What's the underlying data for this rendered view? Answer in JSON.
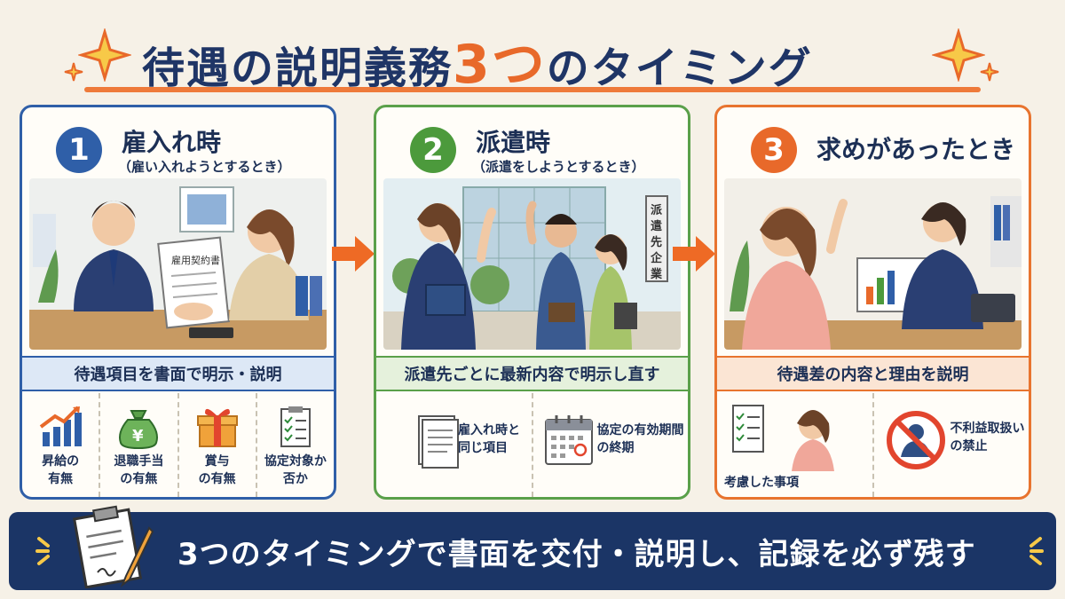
{
  "title": {
    "main": "待遇の説明義務",
    "highlight": "3つ",
    "tail": "のタイミング"
  },
  "colors": {
    "navy": "#1f3566",
    "blue": "#2f5fa8",
    "green": "#4c9a3c",
    "orange": "#e8692a",
    "background": "#f6f1e7"
  },
  "panels": [
    {
      "number": "1",
      "title": "雇入れ時",
      "subtitle": "（雇い入れようとするとき）",
      "scene_text": "雇用契約書",
      "banner": "待遇項目を書面で明示・説明",
      "items": [
        {
          "label_line1": "昇給の",
          "label_line2": "有無",
          "icon": "chart-up-icon"
        },
        {
          "label_line1": "退職手当",
          "label_line2": "の有無",
          "icon": "money-bag-icon"
        },
        {
          "label_line1": "賞与",
          "label_line2": "の有無",
          "icon": "gift-icon"
        },
        {
          "label_line1": "協定対象か",
          "label_line2": "否か",
          "icon": "checklist-icon"
        }
      ]
    },
    {
      "number": "2",
      "title": "派遣時",
      "subtitle": "（派遣をしようとするとき）",
      "scene_text": "派遣先企業",
      "banner": "派遣先ごとに最新内容で明示し直す",
      "items": [
        {
          "label_line1": "雇入れ時と",
          "label_line2": "同じ項目",
          "icon": "document-icon"
        },
        {
          "label_line1": "協定の有効期間",
          "label_line2": "の終期",
          "icon": "calendar-icon"
        }
      ]
    },
    {
      "number": "3",
      "title": "求めがあったとき",
      "subtitle": "",
      "banner": "待遇差の内容と理由を説明",
      "items": [
        {
          "label_line1": "考慮した事項",
          "label_line2": "",
          "icon": "checklist-person-icon"
        },
        {
          "label_line1": "不利益取扱い",
          "label_line2": "の禁止",
          "icon": "prohibited-icon"
        }
      ]
    }
  ],
  "footer": {
    "text": "3つのタイミングで書面を交付・説明し、記録を必ず残す",
    "icon": "clipboard-pen-icon"
  }
}
